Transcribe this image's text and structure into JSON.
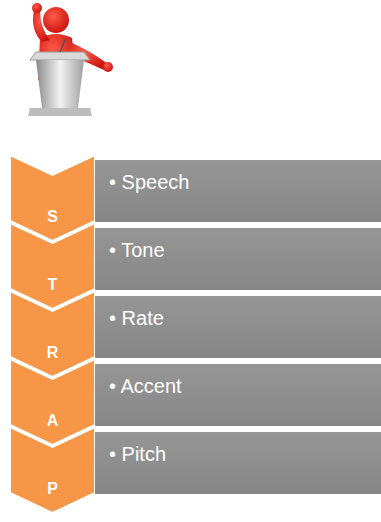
{
  "diagram": {
    "nodes": [
      {
        "text": [
          "S"
        ]
      },
      {
        "text": [
          "• Speech"
        ]
      },
      {
        "text": [
          "T"
        ]
      },
      {
        "text": [
          "• Tone"
        ]
      },
      {
        "text": [
          "R"
        ]
      },
      {
        "text": [
          "• Rate"
        ]
      },
      {
        "text": [
          "A"
        ]
      },
      {
        "text": [
          "• Accent"
        ]
      },
      {
        "text": [
          "P"
        ]
      },
      {
        "text": [
          "• Pitch"
        ]
      }
    ]
  }
}
